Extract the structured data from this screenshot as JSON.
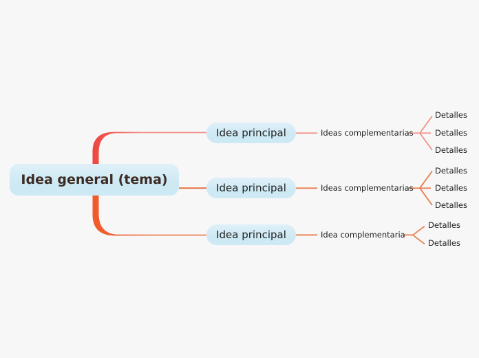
{
  "palette": {
    "background": "#f7f7f8",
    "node_fill": "#cde9f4",
    "node_fill_highlight": "#e0f0f8",
    "root_text_color": "#3c2b23",
    "node_text_color": "#212121",
    "label_text_color": "#1d1d1d",
    "branch_top_trunk": "#ee4540",
    "branch_top_line": "#f2928b",
    "branch_mid_root_line": "#e2713d",
    "branch_mid_line": "#e87c4a",
    "branch_bottom_trunk": "#f1582a",
    "branch_bottom_line": "#e98352"
  },
  "mindmap": {
    "root": {
      "label": "Idea general (tema)"
    },
    "branches": [
      {
        "main": "Idea principal",
        "sub": "Ideas complementarias",
        "details": [
          "Detalles",
          "Detalles",
          "Detalles"
        ]
      },
      {
        "main": "Idea principal",
        "sub": "Ideas complementarias",
        "details": [
          "Detalles",
          "Detalles",
          "Detalles"
        ]
      },
      {
        "main": "Idea principal",
        "sub": "Idea complementaria",
        "details": [
          "Detalles",
          "Detalles"
        ]
      }
    ]
  }
}
